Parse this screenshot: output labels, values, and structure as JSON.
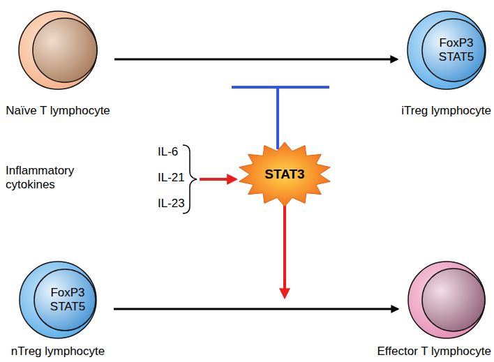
{
  "diagram": {
    "nodes": [
      {
        "text": [
          "Naïve T lymphocyte"
        ]
      },
      {
        "text": [
          "iTreg lymphocyte"
        ]
      },
      {
        "text": [
          "FoxP3 STAT5"
        ],
        "in": 1
      },
      {
        "text": [
          "STAT3"
        ]
      },
      {
        "text": [
          "nTreg lymphocyte"
        ]
      },
      {
        "text": [
          "FoxP3 STAT5"
        ],
        "in": 4
      },
      {
        "text": [
          "Effector T lymphocyte"
        ]
      }
    ],
    "edges": [
      {
        "from": 0,
        "to": 1,
        "arrow": "to"
      },
      {
        "from": 4,
        "to": 6,
        "arrow": "to"
      }
    ],
    "labels": [
      "Inflammatory cytokines",
      "IL-6",
      "IL-21",
      "IL-23"
    ]
  }
}
